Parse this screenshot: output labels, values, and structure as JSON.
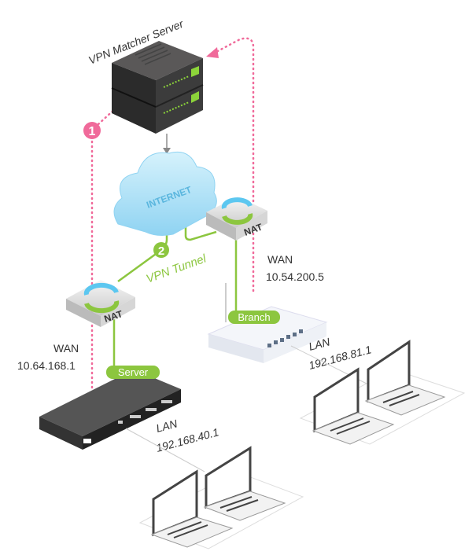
{
  "title": "VPN Matcher Server",
  "steps": {
    "one": "1",
    "two": "2"
  },
  "cloud": {
    "label": "INTERNET"
  },
  "nat": {
    "left": "NAT",
    "right": "NAT"
  },
  "tunnel_label": "VPN Tunnel",
  "branch": {
    "tag": "Branch",
    "wan_label": "WAN",
    "wan_ip": "10.54.200.5",
    "lan_label": "LAN",
    "lan_ip": "192.168.81.1"
  },
  "server": {
    "tag": "Server",
    "wan_label": "WAN",
    "wan_ip": "10.64.168.1",
    "lan_label": "LAN",
    "lan_ip": "192.168.40.1"
  },
  "colors": {
    "pink": "#f06a9a",
    "green": "#8cc63f",
    "cloud": "#9fdcf5",
    "dark": "#3a3a3a"
  }
}
